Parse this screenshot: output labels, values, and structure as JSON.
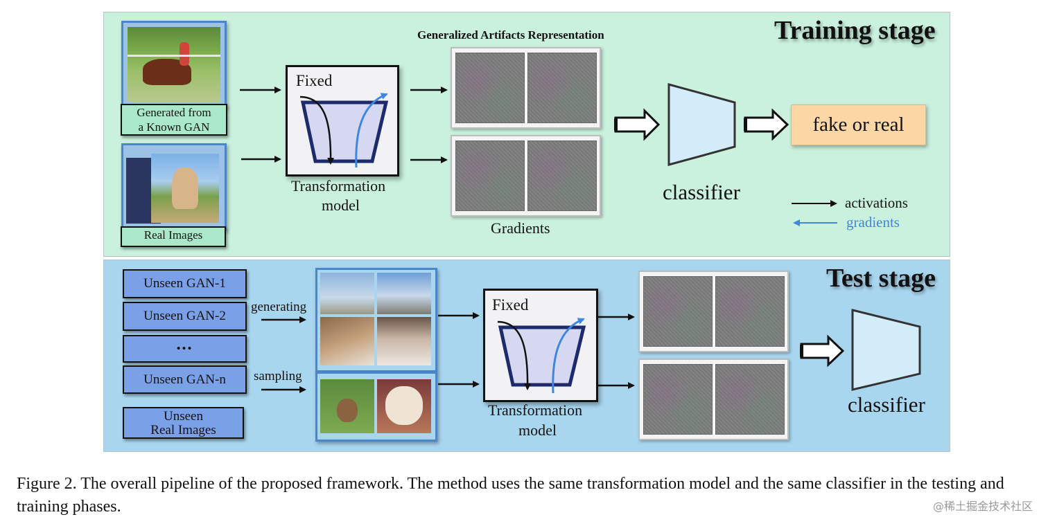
{
  "training": {
    "title": "Training stage",
    "generated_label_line1": "Generated from",
    "generated_label_line2": "a Known GAN",
    "real_label": "Real Images",
    "fixed": "Fixed",
    "model_line1": "Transformation",
    "model_line2": "model",
    "artifacts_heading": "Generalized Artifacts Representation",
    "gradients_label": "Gradients",
    "classifier": "classifier",
    "output": "fake or real",
    "legend": {
      "activations": "activations",
      "gradients": "gradients"
    }
  },
  "test": {
    "title": "Test stage",
    "gan_boxes": [
      "Unseen GAN-1",
      "Unseen GAN-2",
      "•••",
      "Unseen GAN-n"
    ],
    "unseen_real_line1": "Unseen",
    "unseen_real_line2": "Real Images",
    "generating": "generating",
    "sampling": "sampling",
    "fixed": "Fixed",
    "model_line1": "Transformation",
    "model_line2": "model",
    "classifier": "classifier"
  },
  "caption": {
    "text": "Figure 2. The overall pipeline of the proposed framework. The method uses the same transformation model and the same classifier in the testing and training phases."
  },
  "watermark": "@稀土掘金技术社区",
  "colors": {
    "training_bg": "#c9f1dd",
    "test_bg": "#a9d6ef",
    "gradient_arrow": "#3f86e0",
    "output_box": "#fbd7a6",
    "classifier_fill": "#d3ecfa",
    "gan_box": "#7aa0e8"
  }
}
